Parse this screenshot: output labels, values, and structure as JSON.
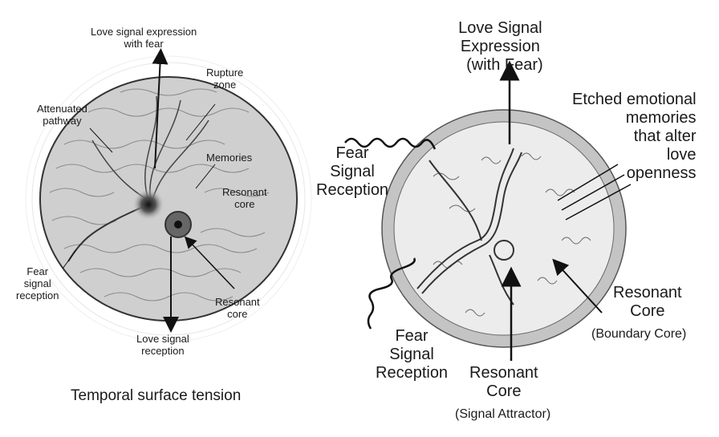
{
  "header_fragment": "",
  "left_diagram": {
    "labels": {
      "love_expr": "Love signal expression\nwith fear",
      "rupture": "Rupture\nzone",
      "attenuated": "Attenuated\npathway",
      "memories": "Memories",
      "resonant_core_upper": "Resonant\ncore",
      "fear_reception": "Fear\nsignal\nreception",
      "resonant_core_lower": "Resonant\ncore",
      "love_reception": "Love signal\nreception"
    },
    "caption": "Temporal surface tension"
  },
  "right_diagram": {
    "labels": {
      "love_expr": "Love Signal\nExpression\n  (with Fear)",
      "etched": "Etched emotional\nmemories\nthat alter\nlove\nopenness",
      "fear_upper": "Fear\nSignal\nReception",
      "fear_lower": "Fear\nSignal\nReception",
      "resonant_boundary_title": "Resonant\nCore",
      "resonant_boundary_sub": "(Boundary Core)",
      "resonant_attractor_title": "Resonant\nCore",
      "resonant_attractor_sub": "(Signal Attractor)"
    }
  },
  "colors": {
    "ink": "#1a1a1a",
    "disc": "#cfcfcf",
    "rim": "#b9b9b9",
    "inner": "#ececec"
  }
}
